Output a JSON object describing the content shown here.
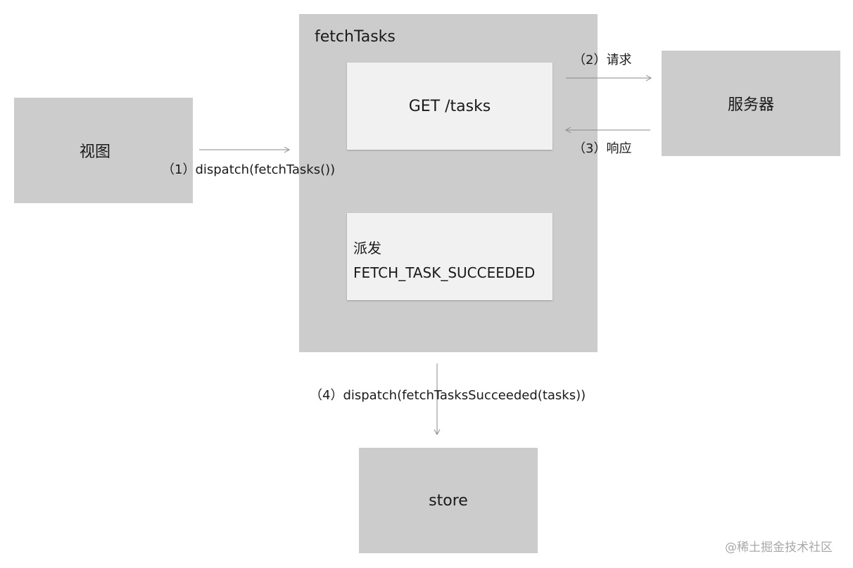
{
  "nodes": {
    "view": "视图",
    "fetch_tasks": "fetchTasks",
    "get_tasks": "GET /tasks",
    "dispatch_line1": "派发",
    "dispatch_line2": "FETCH_TASK_SUCCEEDED",
    "server": "服务器",
    "store": "store"
  },
  "edges": {
    "step1": "（1）dispatch(fetchTasks())",
    "step2": "（2）请求",
    "step3": "（3）响应",
    "step4": "（4）dispatch(fetchTasksSucceeded(tasks))"
  },
  "watermark": "@稀土掘金技术社区",
  "colors": {
    "box_fill": "#cccccc",
    "inner_fill": "#f1f1f1",
    "arrow": "#8a8a8a"
  }
}
